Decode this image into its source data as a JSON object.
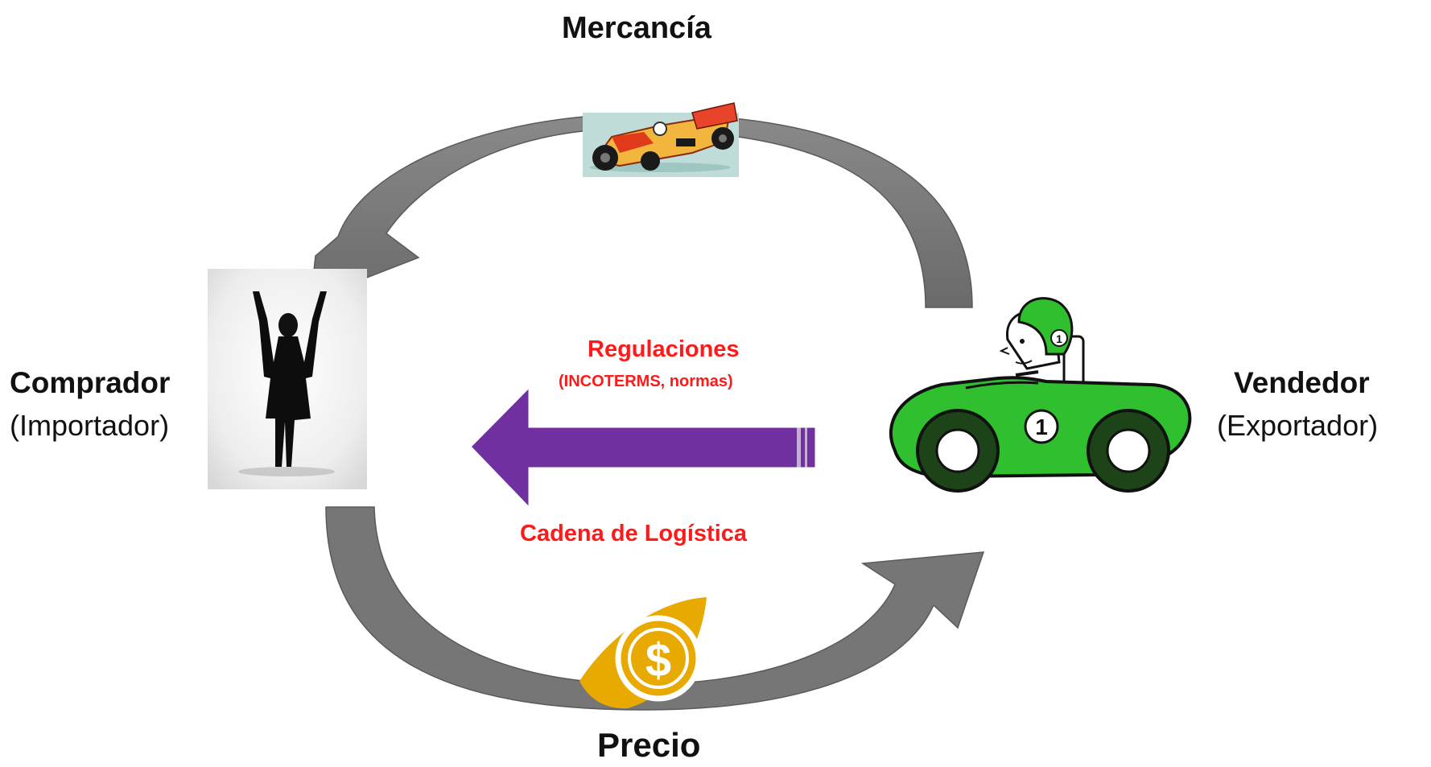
{
  "labels": {
    "goods": "Mercancía",
    "price": "Precio",
    "buyer_name": "Comprador",
    "buyer_role": "(Importador)",
    "seller_name": "Vendedor",
    "seller_role": "(Exportador)",
    "regulations": "Regulaciones",
    "regulations_detail": "(INCOTERMS, normas)",
    "logistics_chain": "Cadena de Logística",
    "car_number": "1",
    "helmet_number": "1",
    "currency_symbol": "$"
  },
  "colors": {
    "cycle_arrow": "#7a7a7a",
    "regulation_arrow": "#7030a0",
    "red_text": "#ff1a1a",
    "seller_car": "#2fbf2f",
    "price_icon": "#e8a900"
  },
  "icons": {
    "goods": "race-car-photo",
    "buyer": "person-silhouette-arms-raised",
    "seller": "cartoon-driver-green-car",
    "price": "dollar-coin-icon"
  }
}
